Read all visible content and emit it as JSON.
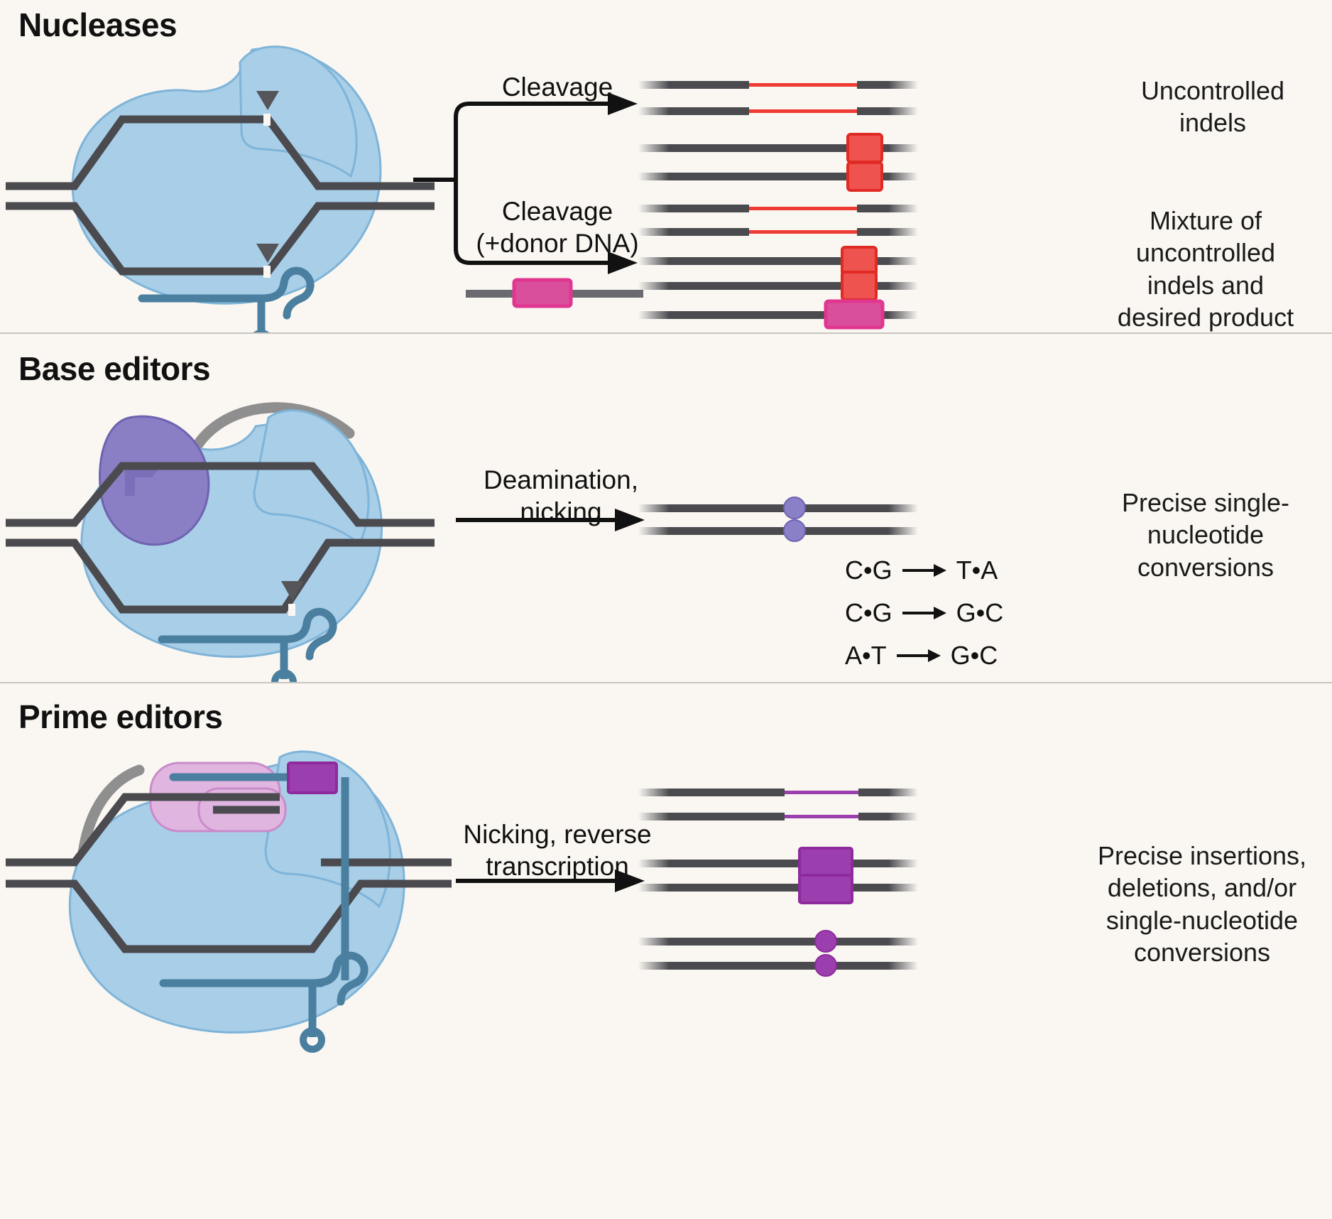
{
  "figure": {
    "background_color": "#faf7f2",
    "type": "genome-editing-mechanism-diagram"
  },
  "colors": {
    "dna_strand": "#4a4a4f",
    "protein_blue": "#a8cee8",
    "protein_blue_stroke": "#7fb4d8",
    "guide_rna": "#4a7fa0",
    "deaminase_purple": "#8a7fc4",
    "deaminase_purple_stroke": "#6f63b0",
    "rt_domain_pink": "#e0b5e0",
    "rt_domain_pink_stroke": "#c98cc9",
    "linker_gray": "#8f8f8f",
    "indel_red": "#ee3b33",
    "indel_red_fill": "#ef5350",
    "donor_magenta": "#e0368f",
    "donor_magenta_fill": "#d94f9b",
    "edit_purple": "#8e2a9c",
    "edit_purple_fill": "#9c3fae",
    "base_dot_purple": "#8a80c8",
    "arrow_black": "#111111",
    "divider": "#c9c6c0"
  },
  "panels": [
    {
      "id": "nucleases",
      "title": "Nucleases",
      "arrows": [
        {
          "id": "cleavage",
          "label": "Cleavage"
        },
        {
          "id": "cleavage-donor",
          "label": "Cleavage\n(+donor DNA)"
        }
      ],
      "outcomes": [
        {
          "id": "uncontrolled-indels",
          "label": "Uncontrolled\nindels"
        },
        {
          "id": "mixture",
          "label": "Mixture of\nuncontrolled\nindels and\ndesired product"
        }
      ],
      "products": [
        {
          "id": "deletion-product",
          "kind": "deletion",
          "marker_color": "#ee3b33"
        },
        {
          "id": "insertion-product",
          "kind": "insertion",
          "marker_color": "#ef5350"
        },
        {
          "id": "donor-dna",
          "kind": "donor-template",
          "marker_color": "#d94f9b"
        },
        {
          "id": "desired-product",
          "kind": "knock-in",
          "marker_color": "#d94f9b"
        }
      ]
    },
    {
      "id": "base-editors",
      "title": "Base editors",
      "arrows": [
        {
          "id": "deamination-nicking",
          "label": "Deamination,\nnicking"
        }
      ],
      "outcomes": [
        {
          "id": "precise-single-nucleotide",
          "label": "Precise single-\nnucleotide\nconversions"
        }
      ],
      "conversions": [
        {
          "from": "C•G",
          "to": "T•A"
        },
        {
          "from": "C•G",
          "to": "G•C"
        },
        {
          "from": "A•T",
          "to": "G•C"
        }
      ],
      "products": [
        {
          "id": "base-converted-product",
          "kind": "point-mutation",
          "marker_color": "#8a80c8"
        }
      ]
    },
    {
      "id": "prime-editors",
      "title": "Prime editors",
      "arrows": [
        {
          "id": "nicking-reverse-transcription",
          "label": "Nicking, reverse\ntranscription"
        }
      ],
      "outcomes": [
        {
          "id": "precise-edits",
          "label": "Precise insertions,\ndeletions, and/or\nsingle-nucleotide\nconversions"
        }
      ],
      "products": [
        {
          "id": "pe-deletion-product",
          "kind": "deletion",
          "marker_color": "#9c3fae"
        },
        {
          "id": "pe-insertion-product",
          "kind": "insertion",
          "marker_color": "#9c3fae"
        },
        {
          "id": "pe-conversion-product",
          "kind": "point-mutation",
          "marker_color": "#9c3fae"
        }
      ]
    }
  ]
}
